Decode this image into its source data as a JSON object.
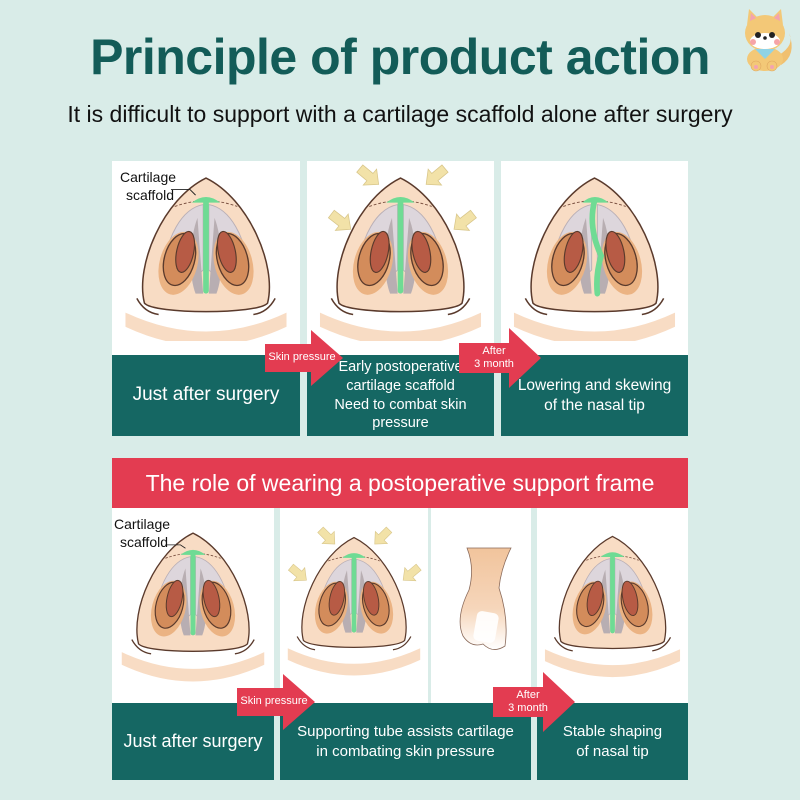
{
  "header": {
    "title": "Principle of product action",
    "subtitle": "It is difficult to support with a cartilage scaffold alone after surgery"
  },
  "mascot": {
    "icon": "shiba-dog-mascot-icon"
  },
  "top_row": {
    "label_cartilage": "Cartilage",
    "label_scaffold": "scaffold",
    "captions": [
      "Just after surgery",
      "Early postoperative cartilage scaffold Need to combat skin pressure",
      "Lowering and skewing of the nasal tip"
    ],
    "caption_lines_2": [
      "Early postoperative",
      "cartilage scaffold",
      "Need to combat skin",
      "pressure"
    ],
    "caption_lines_3": [
      "Lowering and skewing",
      "of the nasal tip"
    ],
    "arrow_1": "Skin pressure",
    "arrow_2_line1": "After",
    "arrow_2_line2": "3 month"
  },
  "banner": {
    "text": "The role of wearing a postoperative support frame"
  },
  "bottom_row": {
    "label_cartilage": "Cartilage",
    "label_scaffold": "scaffold",
    "caption_1": "Just after surgery",
    "caption_2_lines": [
      "Supporting tube assists cartilage",
      "in combating skin pressure"
    ],
    "caption_3_lines": [
      "Stable shaping",
      "of nasal tip"
    ],
    "arrow_1": "Skin pressure",
    "arrow_2_line1": "After",
    "arrow_2_line2": "3 month"
  },
  "colors": {
    "background": "#d9ece8",
    "title": "#135c58",
    "caption_bg": "#156763",
    "accent_red": "#e33c51",
    "skin": "#f8dcc4",
    "scaffold_green": "#6fdb94",
    "pressure_arrow": "#f2e2a8"
  }
}
